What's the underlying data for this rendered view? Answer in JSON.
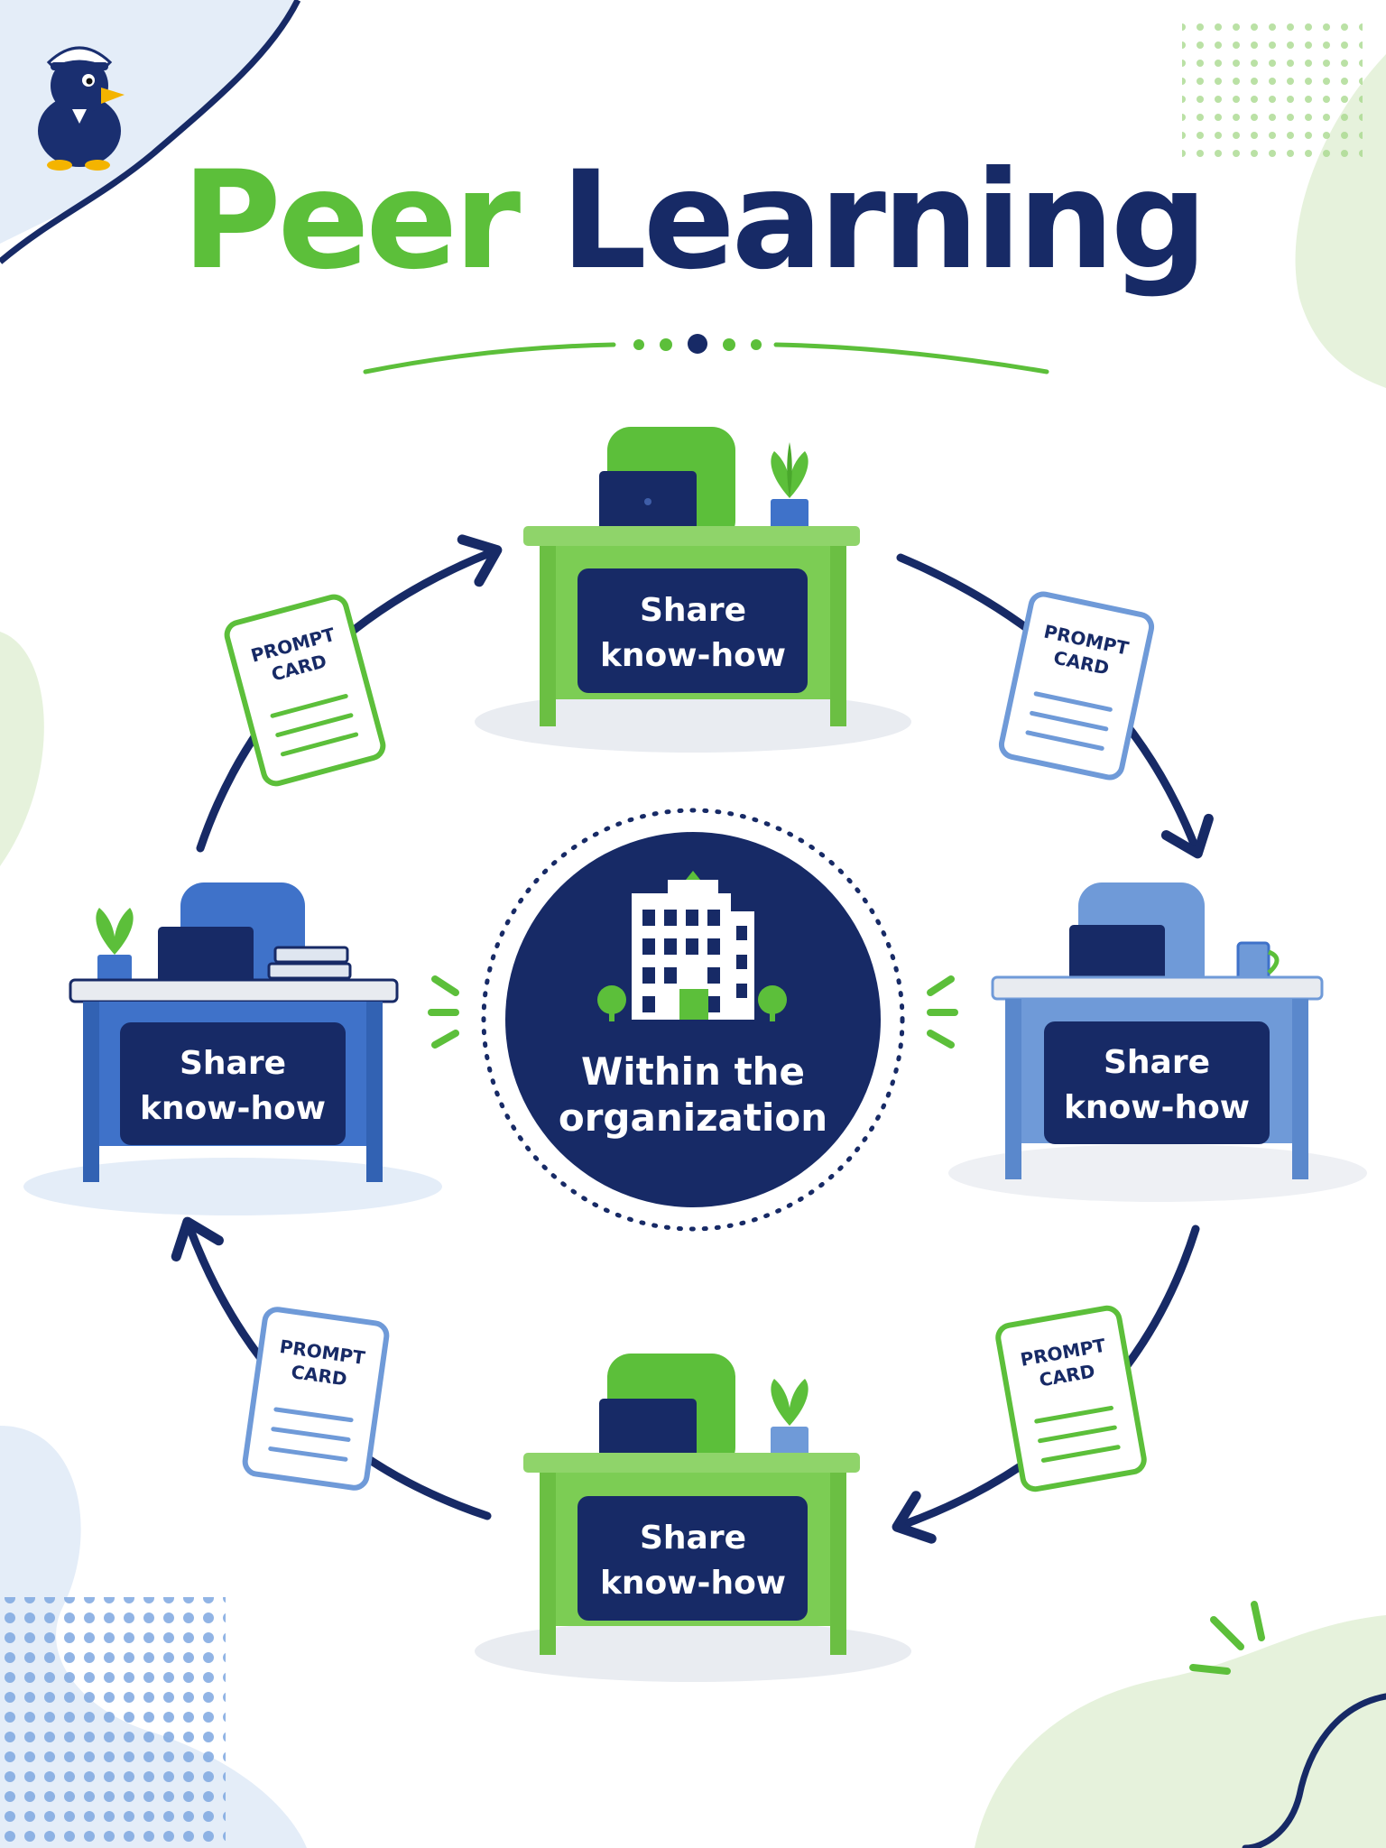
{
  "title": {
    "word1": "Peer",
    "word2": "Learning"
  },
  "center": {
    "line1": "Within the",
    "line2": "organization",
    "icon": "building-icon"
  },
  "desk_label": {
    "line1": "Share",
    "line2": "know-how"
  },
  "card": {
    "line1": "PROMPT",
    "line2": "CARD"
  },
  "colors": {
    "navy": "#172a66",
    "green": "#5cbf3a",
    "blue": "#3f72c9",
    "light_blue": "#6f9ad8",
    "pale_blue": "#e4edf8",
    "pale_green": "#e6f2dc"
  },
  "icons": [
    "duck-mascot-icon",
    "building-icon",
    "laptop-icon",
    "plant-icon",
    "mug-icon",
    "books-icon",
    "arrow-icon"
  ]
}
